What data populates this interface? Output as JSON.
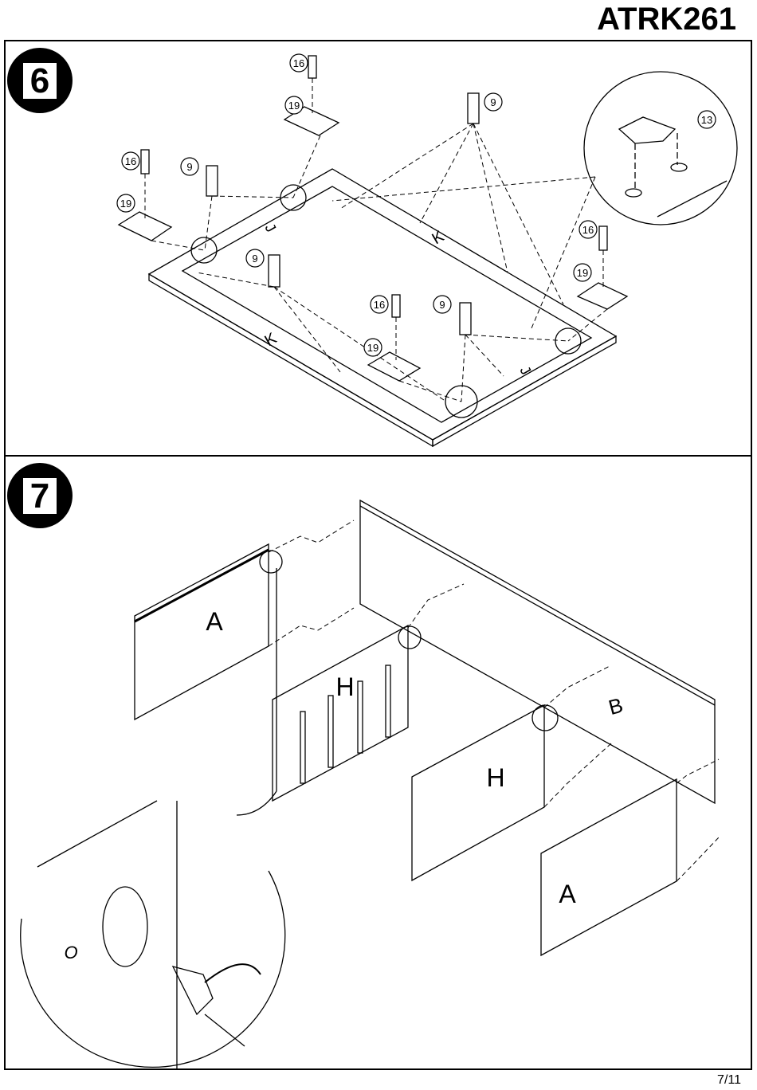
{
  "header": {
    "model": "ATRK261"
  },
  "footer": {
    "page": "7/11"
  },
  "step6": {
    "number": "6",
    "callouts": [
      "16",
      "19",
      "9",
      "13"
    ]
  },
  "step7": {
    "number": "7",
    "panel_labels": {
      "a": "A",
      "h": "H",
      "b": "B"
    },
    "detail_mark": "O"
  }
}
